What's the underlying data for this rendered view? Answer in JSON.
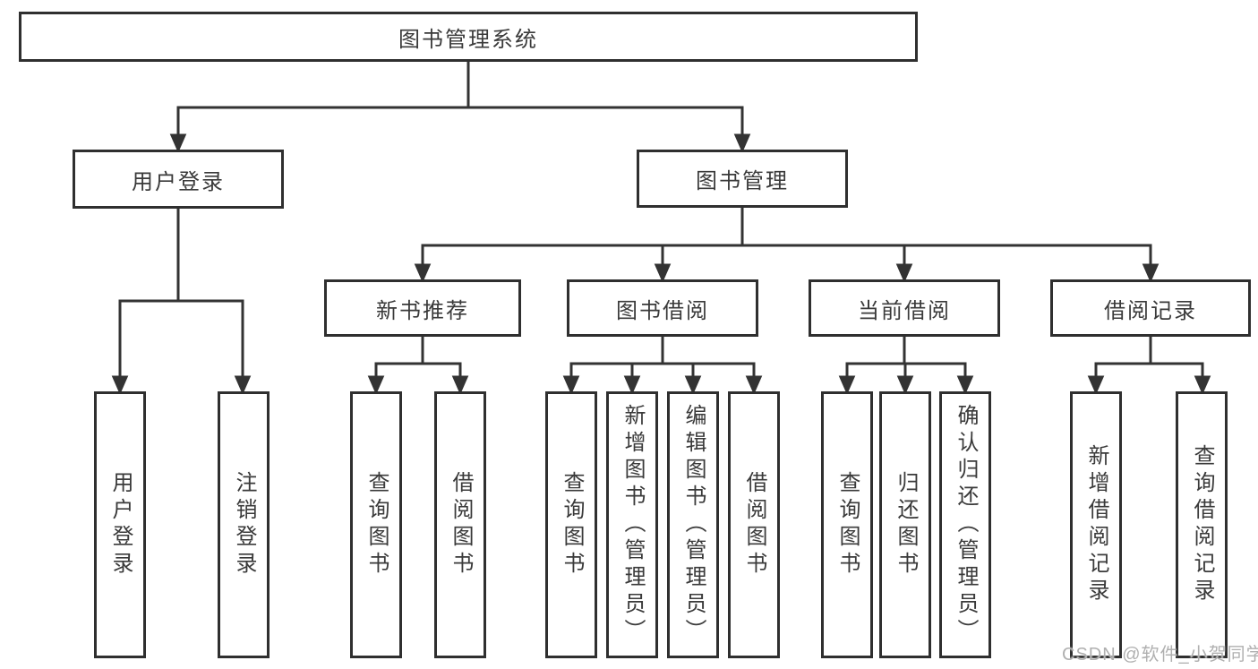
{
  "tree": {
    "title": "图书管理系统",
    "branches": [
      {
        "label": "用户登录",
        "children": [
          "用户登录",
          "注销登录"
        ]
      },
      {
        "label": "图书管理",
        "groups": [
          {
            "label": "新书推荐",
            "children": [
              "查询图书",
              "借阅图书"
            ]
          },
          {
            "label": "图书借阅",
            "children": [
              "查询图书",
              "新增图书（管理员）",
              "编辑图书（管理员）",
              "借阅图书"
            ]
          },
          {
            "label": "当前借阅",
            "children": [
              "查询图书",
              "归还图书",
              "确认归还（管理员）"
            ]
          },
          {
            "label": "借阅记录",
            "children": [
              "新增借阅记录",
              "查询借阅记录"
            ]
          }
        ]
      }
    ]
  },
  "watermark": {
    "text": "CSDN @软件_小贺同学"
  },
  "colors": {
    "background": "#ffffff",
    "line": "#333333",
    "border": "#2f2f2f",
    "text": "#3a3a3a",
    "watermark": "#b0b0b0"
  }
}
